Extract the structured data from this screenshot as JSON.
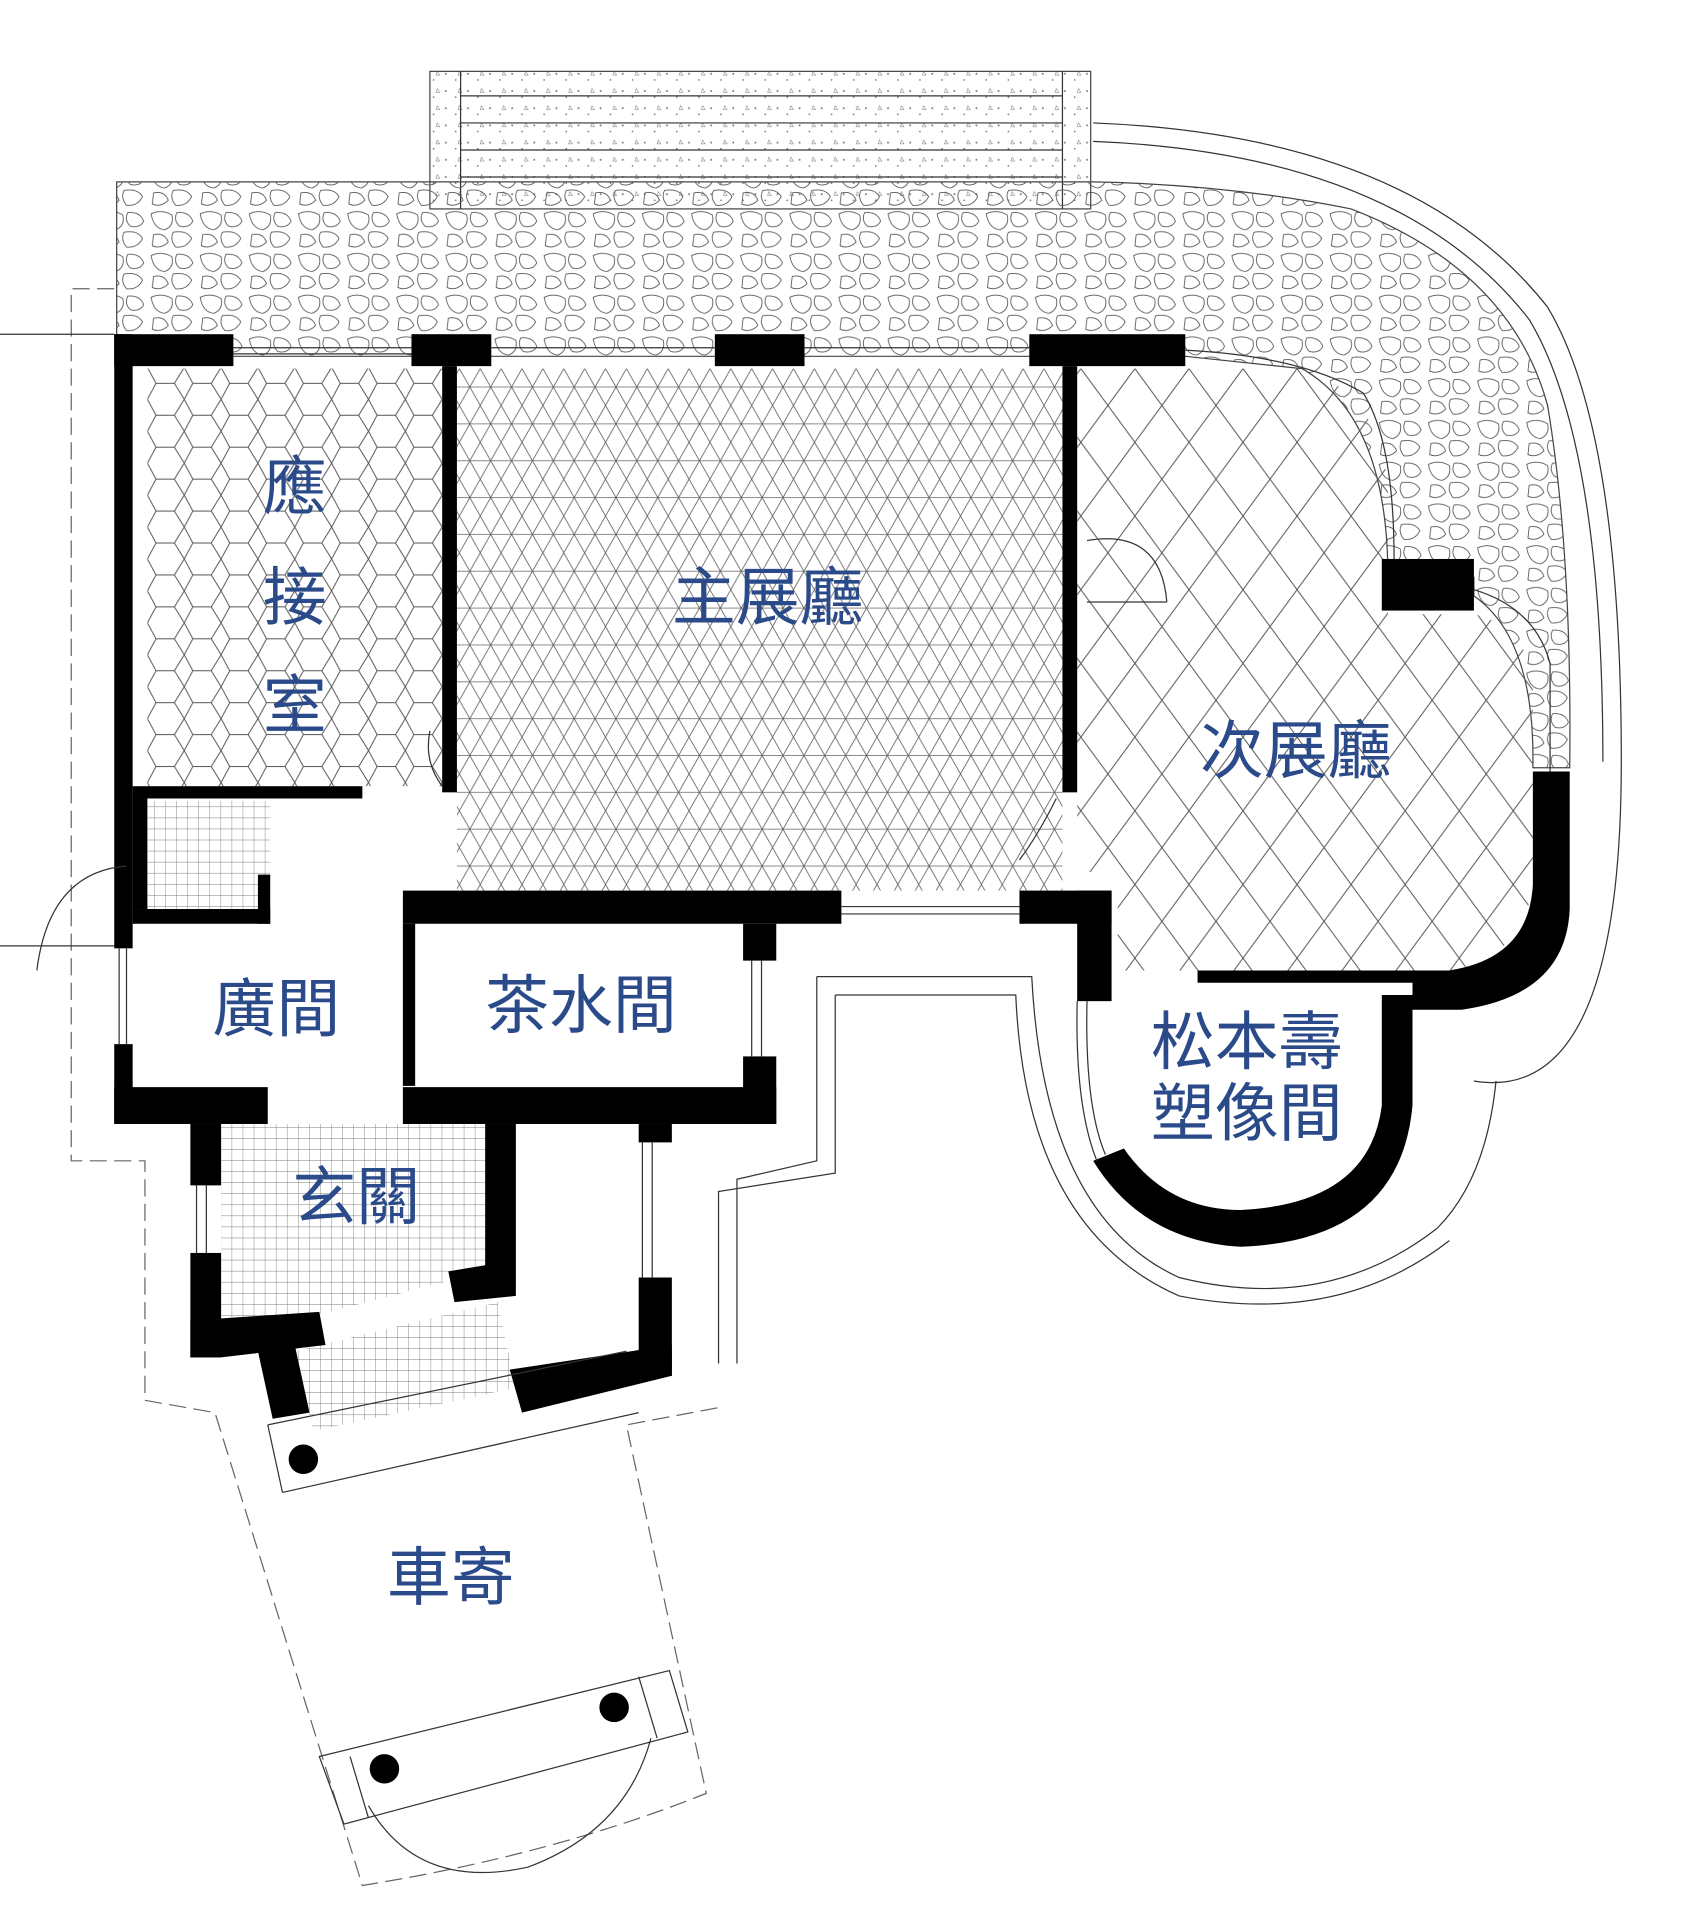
{
  "plan": {
    "rooms": {
      "reception": [
        "應",
        "接",
        "室"
      ],
      "main_hall": "主展廳",
      "second_hall": "次展廳",
      "hall": "廣間",
      "tea_room": "茶水間",
      "statue_room_line1": "松本壽",
      "statue_room_line2": "塑像間",
      "entrance": "玄關",
      "carriage_porch": "車寄"
    },
    "colors": {
      "label": "#2b4a8a",
      "wall": "#000000"
    }
  }
}
